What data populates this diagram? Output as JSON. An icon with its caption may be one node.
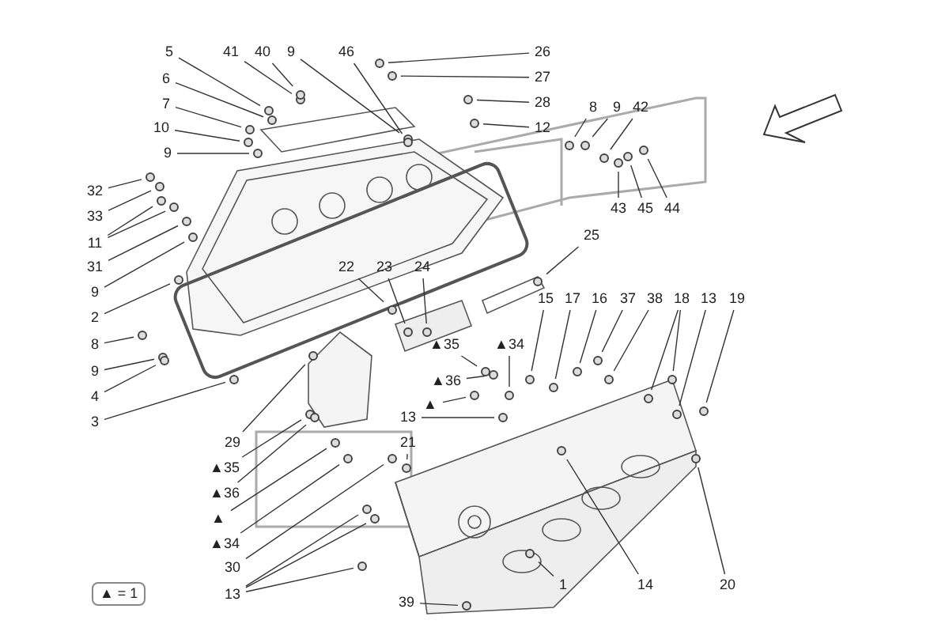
{
  "diagram": {
    "nodes": [
      {
        "text": [
          "5"
        ]
      },
      {
        "text": [
          "6"
        ]
      },
      {
        "text": [
          "7"
        ]
      },
      {
        "text": [
          "10"
        ]
      },
      {
        "text": [
          "9"
        ]
      },
      {
        "text": [
          "41"
        ]
      },
      {
        "text": [
          "40"
        ]
      },
      {
        "text": [
          "9"
        ]
      },
      {
        "text": [
          "46"
        ]
      },
      {
        "text": [
          "26"
        ]
      },
      {
        "text": [
          "27"
        ]
      },
      {
        "text": [
          "28"
        ]
      },
      {
        "text": [
          "12"
        ]
      },
      {
        "text": [
          "8"
        ]
      },
      {
        "text": [
          "9"
        ]
      },
      {
        "text": [
          "42"
        ]
      },
      {
        "text": [
          "32"
        ]
      },
      {
        "text": [
          "33"
        ]
      },
      {
        "text": [
          "11"
        ]
      },
      {
        "text": [
          "31"
        ]
      },
      {
        "text": [
          "9"
        ]
      },
      {
        "text": [
          "2"
        ]
      },
      {
        "text": [
          "43"
        ]
      },
      {
        "text": [
          "45"
        ]
      },
      {
        "text": [
          "44"
        ]
      },
      {
        "text": [
          "25"
        ]
      },
      {
        "text": [
          "22"
        ]
      },
      {
        "text": [
          "23"
        ]
      },
      {
        "text": [
          "24"
        ]
      },
      {
        "text": [
          "15"
        ]
      },
      {
        "text": [
          "17"
        ]
      },
      {
        "text": [
          "16"
        ]
      },
      {
        "text": [
          "37"
        ]
      },
      {
        "text": [
          "38"
        ]
      },
      {
        "text": [
          "18"
        ]
      },
      {
        "text": [
          "13"
        ]
      },
      {
        "text": [
          "19"
        ]
      },
      {
        "text": [
          "8"
        ]
      },
      {
        "text": [
          "9"
        ]
      },
      {
        "text": [
          "4"
        ]
      },
      {
        "text": [
          "3"
        ]
      },
      {
        "text": [
          "▲35"
        ]
      },
      {
        "text": [
          "▲34"
        ]
      },
      {
        "text": [
          "▲36"
        ]
      },
      {
        "text": [
          "▲"
        ]
      },
      {
        "text": [
          "13"
        ]
      },
      {
        "text": [
          "21"
        ]
      },
      {
        "text": [
          "29"
        ]
      },
      {
        "text": [
          "▲35"
        ]
      },
      {
        "text": [
          "▲36"
        ]
      },
      {
        "text": [
          "▲"
        ]
      },
      {
        "text": [
          "▲34"
        ]
      },
      {
        "text": [
          "30"
        ]
      },
      {
        "text": [
          "13"
        ]
      },
      {
        "text": [
          "39"
        ]
      },
      {
        "text": [
          "1"
        ]
      },
      {
        "text": [
          "14"
        ]
      },
      {
        "text": [
          "20"
        ]
      },
      {
        "text": [],
        "shape": "circle"
      },
      {
        "text": [],
        "shape": "circle"
      },
      {
        "text": [],
        "shape": "circle"
      },
      {
        "text": [],
        "shape": "circle"
      },
      {
        "text": [],
        "shape": "circle"
      },
      {
        "text": [],
        "shape": "circle"
      },
      {
        "text": [],
        "shape": "circle"
      },
      {
        "text": [],
        "shape": "circle"
      },
      {
        "text": [],
        "shape": "circle"
      },
      {
        "text": [],
        "shape": "circle"
      },
      {
        "text": [],
        "shape": "circle"
      },
      {
        "text": [],
        "shape": "circle"
      },
      {
        "text": [],
        "shape": "circle"
      },
      {
        "text": [],
        "shape": "circle"
      },
      {
        "text": [],
        "shape": "circle"
      },
      {
        "text": [],
        "shape": "circle"
      },
      {
        "text": [],
        "shape": "circle"
      },
      {
        "text": [],
        "shape": "circle"
      },
      {
        "text": [],
        "shape": "circle"
      },
      {
        "text": [],
        "shape": "circle"
      },
      {
        "text": [],
        "shape": "circle"
      },
      {
        "text": [],
        "shape": "circle"
      },
      {
        "text": [],
        "shape": "circle"
      },
      {
        "text": [],
        "shape": "circle"
      },
      {
        "text": [],
        "shape": "circle"
      },
      {
        "text": [],
        "shape": "circle"
      },
      {
        "text": [],
        "shape": "circle"
      },
      {
        "text": [],
        "shape": "circle"
      },
      {
        "text": [],
        "shape": "circle"
      },
      {
        "text": [],
        "shape": "circle"
      },
      {
        "text": [],
        "shape": "circle"
      },
      {
        "text": [],
        "shape": "circle"
      },
      {
        "text": [],
        "shape": "circle"
      },
      {
        "text": [],
        "shape": "circle"
      },
      {
        "text": [],
        "shape": "circle"
      },
      {
        "text": [],
        "shape": "circle"
      },
      {
        "text": [],
        "shape": "circle"
      },
      {
        "text": [],
        "shape": "circle"
      },
      {
        "text": [],
        "shape": "circle"
      },
      {
        "text": [],
        "shape": "circle"
      },
      {
        "text": [],
        "shape": "circle"
      },
      {
        "text": [],
        "shape": "circle"
      },
      {
        "text": [],
        "shape": "circle"
      },
      {
        "text": [],
        "shape": "circle"
      },
      {
        "text": [],
        "shape": "circle"
      },
      {
        "text": [],
        "shape": "circle"
      },
      {
        "text": [],
        "shape": "circle"
      },
      {
        "text": [],
        "shape": "circle"
      },
      {
        "text": [],
        "shape": "circle"
      },
      {
        "text": [],
        "shape": "circle"
      },
      {
        "text": [],
        "shape": "circle"
      },
      {
        "text": [],
        "shape": "circle"
      },
      {
        "text": [],
        "shape": "circle"
      },
      {
        "text": [],
        "shape": "circle"
      },
      {
        "text": [],
        "shape": "circle"
      },
      {
        "text": [],
        "shape": "circle"
      },
      {
        "text": [],
        "shape": "circle"
      },
      {
        "text": [],
        "shape": "circle"
      },
      {
        "text": [],
        "shape": "circle"
      },
      {
        "text": [],
        "shape": "circle"
      },
      {
        "text": [],
        "shape": "circle"
      },
      {
        "text": [],
        "shape": "circle"
      }
    ],
    "edges": [
      {
        "from": 0,
        "to": 58,
        "arrow": "none"
      },
      {
        "from": 1,
        "to": 59,
        "arrow": "none"
      },
      {
        "from": 2,
        "to": 60,
        "arrow": "none"
      },
      {
        "from": 3,
        "to": 61,
        "arrow": "none"
      },
      {
        "from": 4,
        "to": 62,
        "arrow": "none"
      },
      {
        "from": 5,
        "to": 63,
        "arrow": "none"
      },
      {
        "from": 6,
        "to": 64,
        "arrow": "none"
      },
      {
        "from": 7,
        "to": 65,
        "arrow": "none"
      },
      {
        "from": 8,
        "to": 66,
        "arrow": "none"
      },
      {
        "from": 9,
        "to": 67,
        "arrow": "none"
      },
      {
        "from": 10,
        "to": 68,
        "arrow": "none"
      },
      {
        "from": 11,
        "to": 69,
        "arrow": "none"
      },
      {
        "from": 12,
        "to": 70,
        "arrow": "none"
      },
      {
        "from": 13,
        "to": 71,
        "arrow": "none"
      },
      {
        "from": 14,
        "to": 72,
        "arrow": "none"
      },
      {
        "from": 15,
        "to": 73,
        "arrow": "none"
      },
      {
        "from": 16,
        "to": 74,
        "arrow": "none"
      },
      {
        "from": 17,
        "to": 75,
        "arrow": "none"
      },
      {
        "from": 18,
        "to": 76,
        "arrow": "none"
      },
      {
        "from": 18,
        "to": 77,
        "arrow": "none"
      },
      {
        "from": 19,
        "to": 78,
        "arrow": "none"
      },
      {
        "from": 20,
        "to": 79,
        "arrow": "none"
      },
      {
        "from": 21,
        "to": 80,
        "arrow": "none"
      },
      {
        "from": 22,
        "to": 81,
        "arrow": "none"
      },
      {
        "from": 23,
        "to": 82,
        "arrow": "none"
      },
      {
        "from": 24,
        "to": 83,
        "arrow": "none"
      },
      {
        "from": 25,
        "to": 84,
        "arrow": "none"
      },
      {
        "from": 26,
        "to": 85,
        "arrow": "none"
      },
      {
        "from": 27,
        "to": 86,
        "arrow": "none"
      },
      {
        "from": 28,
        "to": 87,
        "arrow": "none"
      },
      {
        "from": 29,
        "to": 88,
        "arrow": "none"
      },
      {
        "from": 30,
        "to": 89,
        "arrow": "none"
      },
      {
        "from": 31,
        "to": 90,
        "arrow": "none"
      },
      {
        "from": 32,
        "to": 91,
        "arrow": "none"
      },
      {
        "from": 33,
        "to": 92,
        "arrow": "none"
      },
      {
        "from": 34,
        "to": 93,
        "arrow": "none"
      },
      {
        "from": 34,
        "to": 94,
        "arrow": "none"
      },
      {
        "from": 35,
        "to": 95,
        "arrow": "none"
      },
      {
        "from": 36,
        "to": 96,
        "arrow": "none"
      },
      {
        "from": 37,
        "to": 97,
        "arrow": "none"
      },
      {
        "from": 38,
        "to": 98,
        "arrow": "none"
      },
      {
        "from": 39,
        "to": 99,
        "arrow": "none"
      },
      {
        "from": 40,
        "to": 100,
        "arrow": "none"
      },
      {
        "from": 41,
        "to": 101,
        "arrow": "none"
      },
      {
        "from": 42,
        "to": 102,
        "arrow": "none"
      },
      {
        "from": 43,
        "to": 103,
        "arrow": "none"
      },
      {
        "from": 44,
        "to": 104,
        "arrow": "none"
      },
      {
        "from": 45,
        "to": 105,
        "arrow": "none"
      },
      {
        "from": 46,
        "to": 106,
        "arrow": "none"
      },
      {
        "from": 47,
        "to": 107,
        "arrow": "none"
      },
      {
        "from": 48,
        "to": 108,
        "arrow": "none"
      },
      {
        "from": 49,
        "to": 109,
        "arrow": "none"
      },
      {
        "from": 50,
        "to": 110,
        "arrow": "none"
      },
      {
        "from": 51,
        "to": 111,
        "arrow": "none"
      },
      {
        "from": 52,
        "to": 112,
        "arrow": "none"
      },
      {
        "from": 53,
        "to": 113,
        "arrow": "none"
      },
      {
        "from": 53,
        "to": 114,
        "arrow": "none"
      },
      {
        "from": 53,
        "to": 115,
        "arrow": "none"
      },
      {
        "from": 54,
        "to": 116,
        "arrow": "none"
      },
      {
        "from": 55,
        "to": 117,
        "arrow": "none"
      },
      {
        "from": 56,
        "to": 118,
        "arrow": "none"
      },
      {
        "from": 57,
        "to": 119,
        "arrow": "none"
      }
    ],
    "labels": [
      "▲ = 1"
    ]
  }
}
